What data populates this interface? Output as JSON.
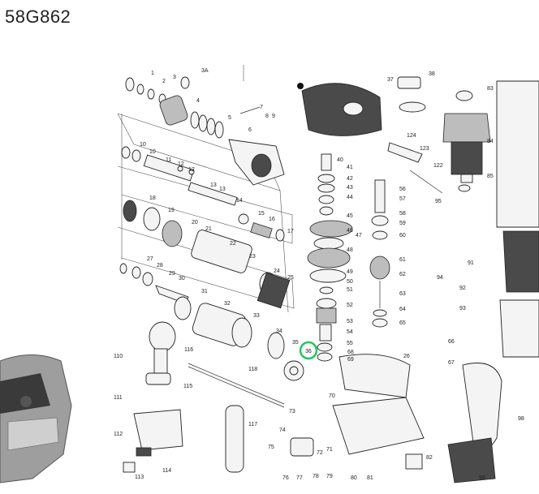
{
  "model": "58G862",
  "highlight": {
    "label": "36",
    "color": "#22c55e"
  },
  "labels": {
    "p1": "1",
    "p2": "2",
    "p3": "3",
    "p3a": "3A",
    "p4": "4",
    "p5": "5",
    "p6": "6",
    "p7": "7",
    "p8": "8",
    "p9": "9",
    "p10a": "10",
    "p10b": "10",
    "p11": "11",
    "p12a": "12",
    "p12b": "12",
    "p13a": "13",
    "p13b": "13",
    "p14": "14",
    "p15": "15",
    "p16": "16",
    "p17": "17",
    "p18": "18",
    "p19": "19",
    "p20": "20",
    "p21": "21",
    "p22": "22",
    "p23": "23",
    "p24": "24",
    "p25": "25",
    "p26": "26",
    "p27": "27",
    "p28": "28",
    "p29": "29",
    "p30": "30",
    "p31": "31",
    "p32": "32",
    "p33": "33",
    "p34": "34",
    "p35": "35",
    "p36": "36",
    "p37": "37",
    "p38": "38",
    "p40": "40",
    "p41": "41",
    "p42": "42",
    "p43": "43",
    "p44": "44",
    "p45": "45",
    "p46": "46",
    "p47": "47",
    "p48": "48",
    "p49": "49",
    "p50": "50",
    "p51": "51",
    "p52": "52",
    "p53": "53",
    "p54": "54",
    "p55": "55",
    "p56": "56",
    "p57": "57",
    "p58": "58",
    "p59": "59",
    "p60": "60",
    "p61": "61",
    "p62": "62",
    "p63": "63",
    "p64": "64",
    "p65": "65",
    "p66": "66",
    "p67": "67",
    "p68": "68",
    "p69": "69",
    "p70": "70",
    "p71": "71",
    "p72": "72",
    "p73": "73",
    "p74": "74",
    "p75": "75",
    "p76": "76",
    "p77": "77",
    "p78": "78",
    "p79": "79",
    "p80": "80",
    "p81": "81",
    "p82": "82",
    "p83": "83",
    "p84": "84",
    "p85": "85",
    "p91": "91",
    "p92": "92",
    "p93": "93",
    "p94": "94",
    "p95": "95",
    "p98": "98",
    "p99": "99",
    "p110": "110",
    "p111": "111",
    "p112": "112",
    "p113": "113",
    "p114": "114",
    "p115": "115",
    "p116": "116",
    "p117": "117",
    "p118": "118",
    "p122": "122",
    "p123": "123",
    "p124": "124"
  }
}
